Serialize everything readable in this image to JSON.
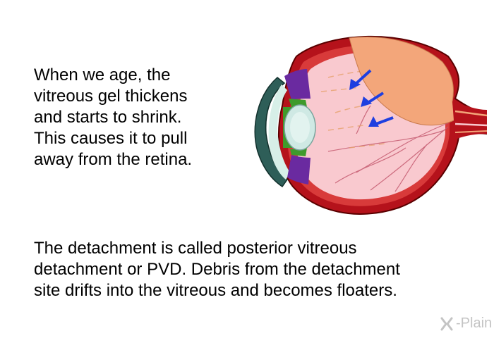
{
  "intro_text": "When we age, the\nvitreous gel thickens\nand starts to shrink.\nThis causes it to pull\naway from the retina.",
  "caption_text": "The detachment is called posterior vitreous\ndetachment or PVD.  Debris from the detachment\nsite drifts into the vitreous and becomes floaters.",
  "logo": {
    "mark": "X",
    "word": "-Plain"
  },
  "illustration": {
    "subject": "eye-cross-section",
    "arrow_count": 3,
    "colors": {
      "sclera": "#b5121b",
      "vitreous": "#f9c9cf",
      "detached_vitreous": "#f3a67a",
      "lens": "#cfe9e4",
      "iris": "#6a2aa0",
      "ciliary": "#3f9a2c",
      "cornea": "#2e5e58",
      "arrows": "#1e3fe0"
    }
  }
}
